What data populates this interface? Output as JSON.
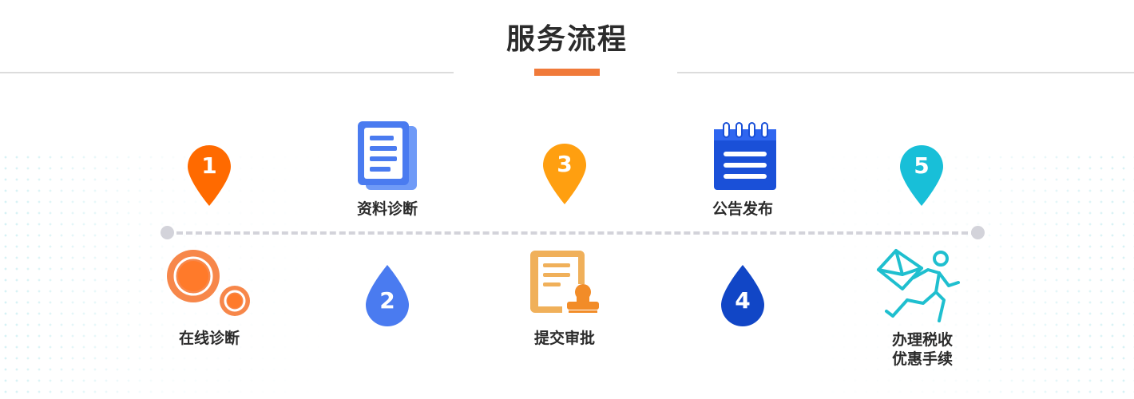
{
  "header": {
    "title": "服务流程"
  },
  "steps": [
    {
      "number": "1",
      "label": "在线诊断",
      "color": "#ff6a00",
      "icon": "rings-icon"
    },
    {
      "number": "2",
      "label": "资料诊断",
      "color": "#4a7bf0",
      "icon": "document-icon"
    },
    {
      "number": "3",
      "label": "提交审批",
      "color": "#ff9f10",
      "icon": "approval-stamp-icon"
    },
    {
      "number": "4",
      "label": "公告发布",
      "color": "#1146c6",
      "icon": "notepad-icon"
    },
    {
      "number": "5",
      "label_lines": [
        "办理税收",
        "优惠手续"
      ],
      "color": "#18bfd8",
      "icon": "running-mail-icon"
    }
  ],
  "colors": {
    "accent": "#f07a3a",
    "line": "#d3d3da"
  }
}
